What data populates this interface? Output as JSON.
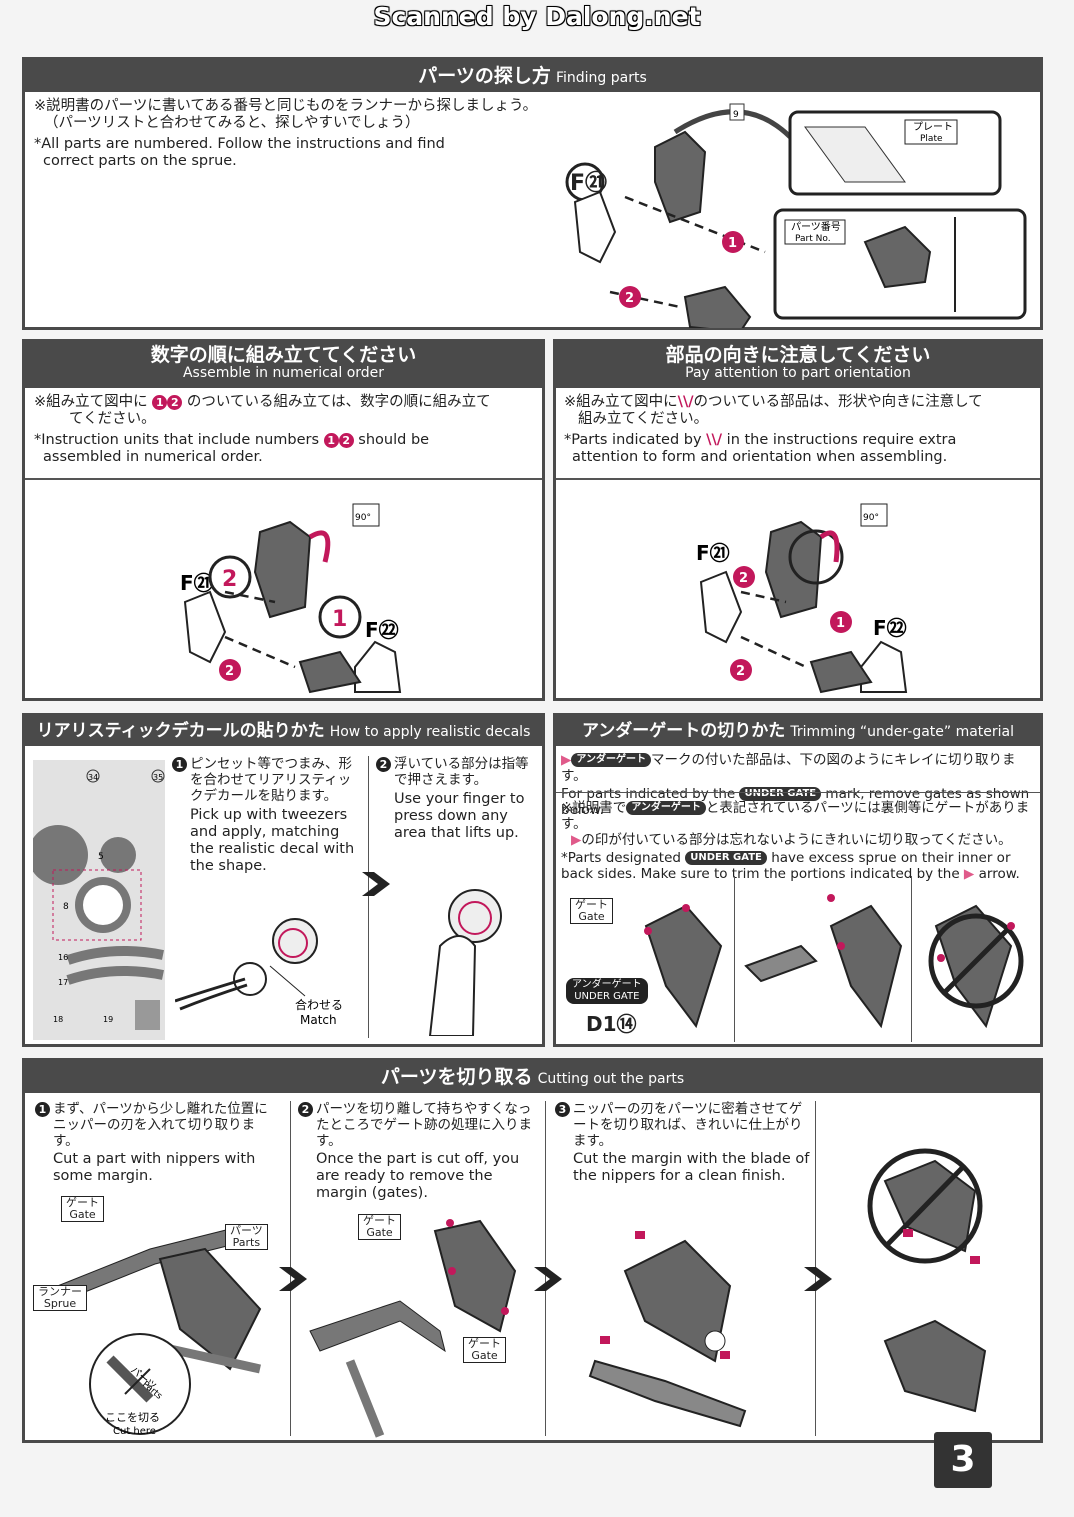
{
  "watermark": "Scanned by Dalong.net",
  "finding": {
    "title_jp": "パーツの探し方",
    "title_en": "Finding parts",
    "jp_line1": "※説明書のパーツに書いてある番号と同じものをランナーから探しましょう。",
    "jp_line2": "（パーツリストと合わせてみると、探しやすいでしょう）",
    "en_line1": "*All parts are numbered. Follow the instructions and find",
    "en_line2": "correct parts on the sprue.",
    "plate_jp": "プレート",
    "plate_en": "Plate",
    "partno_jp": "パーツ番号",
    "partno_en": "Part No.",
    "part_label": "F㉑",
    "rotation": "9"
  },
  "numerical": {
    "title_jp": "数字の順に組み立ててください",
    "title_en": "Assemble in numerical order",
    "jp_pre": "※組み立て図中に",
    "jp_post": "のついている組み立ては、数字の順に組み立て",
    "jp_line2": "てください。",
    "en_pre": "*Instruction units that include numbers",
    "en_post": "should be",
    "en_line2": "assembled in numerical order.",
    "part_a": "F㉑",
    "part_b": "F㉒",
    "rotation": "90°"
  },
  "orientation": {
    "title_jp": "部品の向きに注意してください",
    "title_en": "Pay attention to part orientation",
    "jp_pre": "※組み立て図中に",
    "jp_post": "のついている部品は、形状や向きに注意して",
    "jp_line2": "組み立てください。",
    "en_pre": "*Parts indicated by",
    "en_post": "in the instructions require extra",
    "en_line2": "attention to form and orientation when assembling.",
    "part_a": "F㉑",
    "part_b": "F㉒",
    "rotation": "90°"
  },
  "decals": {
    "title_jp": "リアリスティックデカールの貼りかた",
    "title_en": "How to apply realistic decals",
    "step1_jp": "ピンセット等でつまみ、形を合わせてリアリスティックデカールを貼ります。",
    "step1_en": "Pick up with tweezers and apply, matching the realistic decal with the shape.",
    "step2_jp": "浮いている部分は指等で押さえます。",
    "step2_en": "Use your finger to press down any area that lifts up.",
    "match_jp": "合わせる",
    "match_en": "Match",
    "sheet_numbers": [
      "34",
      "35",
      "5",
      "8",
      "16",
      "17",
      "18",
      "19"
    ]
  },
  "undergate": {
    "title_jp": "アンダーゲートの切りかた",
    "title_en": "Trimming “under-gate” material",
    "line1_pill": "アンダーゲート",
    "line1_post": "マークの付いた部品は、下の図のようにキレイに切り取ります。",
    "line2_pre": "For parts indicated by the",
    "line2_pill": "UNDER GATE",
    "line2_post": "mark, remove gates as shown below.",
    "note1_pre": "※説明書で",
    "note1_pill": "アンダーゲート",
    "note1_post": "と表記されているパーツには裏側等にゲートがあります。",
    "note2": "の印が付いている部分は忘れないようにきれいに切り取ってください。",
    "note3_pre": "*Parts designated",
    "note3_pill": "UNDER GATE",
    "note3_post": "have excess sprue on their inner or",
    "note4": "back sides. Make sure to trim the portions indicated by the",
    "note4_post": "arrow.",
    "gate_jp": "ゲート",
    "gate_en": "Gate",
    "ug_jp": "アンダーゲート",
    "ug_en": "UNDER GATE",
    "part": "D1⑭"
  },
  "cutting": {
    "title_jp": "パーツを切り取る",
    "title_en": "Cutting out the parts",
    "step1_jp": "まず、パーツから少し離れた位置にニッパーの刃を入れて切り取ります。",
    "step1_en": "Cut a part with nippers with some margin.",
    "step2_jp": "パーツを切り離して持ちやすくなったところでゲート跡の処理に入ります。",
    "step2_en": "Once the part is cut off, you are ready to remove the margin (gates).",
    "step3_jp": "ニッパーの刃をパーツに密着させてゲートを切り取れば、きれいに仕上がります。",
    "step3_en": "Cut the margin with the blade of the nippers for a clean finish.",
    "gate_jp": "ゲート",
    "gate_en": "Gate",
    "parts_jp": "パーツ",
    "parts_en": "Parts",
    "runner_jp": "ランナー",
    "runner_en": "Sprue",
    "cut_jp": "ここを切る",
    "cut_en": "Cut here"
  },
  "page_number": "3"
}
